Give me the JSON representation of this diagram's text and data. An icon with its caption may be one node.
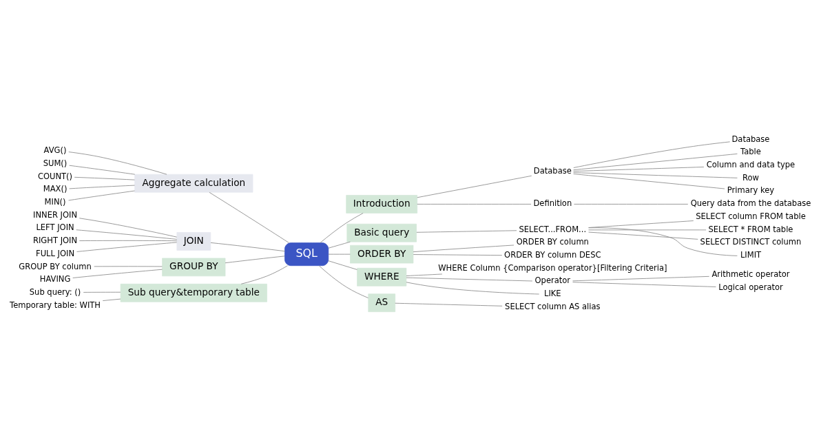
{
  "diagram": {
    "nodes": [
      {
        "text": [
          "SQL"
        ]
      },
      {
        "text": [
          "Introduction"
        ]
      },
      {
        "text": [
          "Database"
        ]
      },
      {
        "text": [
          "Database"
        ]
      },
      {
        "text": [
          "Table"
        ]
      },
      {
        "text": [
          "Column and data type"
        ]
      },
      {
        "text": [
          "Row"
        ]
      },
      {
        "text": [
          "Primary key"
        ]
      },
      {
        "text": [
          "Definition"
        ]
      },
      {
        "text": [
          "Query data from the database"
        ]
      },
      {
        "text": [
          "Basic query"
        ]
      },
      {
        "text": [
          "SELECT...FROM..."
        ]
      },
      {
        "text": [
          "SELECT column FROM table"
        ]
      },
      {
        "text": [
          "SELECT * FROM table"
        ]
      },
      {
        "text": [
          "SELECT DISTINCT column"
        ]
      },
      {
        "text": [
          "LIMIT"
        ]
      },
      {
        "text": [
          "ORDER BY"
        ]
      },
      {
        "text": [
          "ORDER BY column"
        ]
      },
      {
        "text": [
          "ORDER BY column DESC"
        ]
      },
      {
        "text": [
          "WHERE"
        ]
      },
      {
        "text": [
          "WHERE Column {Comparison operator}[Filtering Criteria]"
        ]
      },
      {
        "text": [
          "Operator"
        ]
      },
      {
        "text": [
          "Arithmetic operator"
        ]
      },
      {
        "text": [
          "Logical operator"
        ]
      },
      {
        "text": [
          "LIKE"
        ]
      },
      {
        "text": [
          "AS"
        ]
      },
      {
        "text": [
          "SELECT column AS alias"
        ]
      },
      {
        "text": [
          "Aggregate calculation"
        ]
      },
      {
        "text": [
          "AVG()"
        ]
      },
      {
        "text": [
          "SUM()"
        ]
      },
      {
        "text": [
          "COUNT()"
        ]
      },
      {
        "text": [
          "MAX()"
        ]
      },
      {
        "text": [
          "MIN()"
        ]
      },
      {
        "text": [
          "JOIN"
        ]
      },
      {
        "text": [
          "INNER JOIN"
        ]
      },
      {
        "text": [
          "LEFT JOIN"
        ]
      },
      {
        "text": [
          "RIGHT JOIN"
        ]
      },
      {
        "text": [
          "FULL JOIN"
        ]
      },
      {
        "text": [
          "GROUP BY"
        ]
      },
      {
        "text": [
          "GROUP BY column"
        ]
      },
      {
        "text": [
          "HAVING"
        ]
      },
      {
        "text": [
          "Sub query&temporary table"
        ]
      },
      {
        "text": [
          "Sub query: ()"
        ]
      },
      {
        "text": [
          "Temporary table: WITH"
        ]
      }
    ],
    "edges": [
      {
        "from": 0,
        "to": 1,
        "arrow": "none"
      },
      {
        "from": 1,
        "to": 2,
        "arrow": "none"
      },
      {
        "from": 2,
        "to": 3,
        "arrow": "none"
      },
      {
        "from": 2,
        "to": 4,
        "arrow": "none"
      },
      {
        "from": 2,
        "to": 5,
        "arrow": "none"
      },
      {
        "from": 2,
        "to": 6,
        "arrow": "none"
      },
      {
        "from": 2,
        "to": 7,
        "arrow": "none"
      },
      {
        "from": 1,
        "to": 8,
        "arrow": "none"
      },
      {
        "from": 8,
        "to": 9,
        "arrow": "none"
      },
      {
        "from": 0,
        "to": 10,
        "arrow": "none"
      },
      {
        "from": 10,
        "to": 11,
        "arrow": "none"
      },
      {
        "from": 11,
        "to": 12,
        "arrow": "none"
      },
      {
        "from": 11,
        "to": 13,
        "arrow": "none"
      },
      {
        "from": 11,
        "to": 14,
        "arrow": "none"
      },
      {
        "from": 11,
        "to": 15,
        "arrow": "none"
      },
      {
        "from": 0,
        "to": 16,
        "arrow": "none"
      },
      {
        "from": 16,
        "to": 17,
        "arrow": "none"
      },
      {
        "from": 16,
        "to": 18,
        "arrow": "none"
      },
      {
        "from": 0,
        "to": 19,
        "arrow": "none"
      },
      {
        "from": 19,
        "to": 20,
        "arrow": "none"
      },
      {
        "from": 19,
        "to": 21,
        "arrow": "none"
      },
      {
        "from": 21,
        "to": 22,
        "arrow": "none"
      },
      {
        "from": 21,
        "to": 23,
        "arrow": "none"
      },
      {
        "from": 19,
        "to": 24,
        "arrow": "none"
      },
      {
        "from": 0,
        "to": 25,
        "arrow": "none"
      },
      {
        "from": 25,
        "to": 26,
        "arrow": "none"
      },
      {
        "from": 0,
        "to": 27,
        "arrow": "none"
      },
      {
        "from": 27,
        "to": 28,
        "arrow": "none"
      },
      {
        "from": 27,
        "to": 29,
        "arrow": "none"
      },
      {
        "from": 27,
        "to": 30,
        "arrow": "none"
      },
      {
        "from": 27,
        "to": 31,
        "arrow": "none"
      },
      {
        "from": 27,
        "to": 32,
        "arrow": "none"
      },
      {
        "from": 0,
        "to": 33,
        "arrow": "none"
      },
      {
        "from": 33,
        "to": 34,
        "arrow": "none"
      },
      {
        "from": 33,
        "to": 35,
        "arrow": "none"
      },
      {
        "from": 33,
        "to": 36,
        "arrow": "none"
      },
      {
        "from": 33,
        "to": 37,
        "arrow": "none"
      },
      {
        "from": 0,
        "to": 38,
        "arrow": "none"
      },
      {
        "from": 38,
        "to": 39,
        "arrow": "none"
      },
      {
        "from": 38,
        "to": 40,
        "arrow": "none"
      },
      {
        "from": 0,
        "to": 41,
        "arrow": "none"
      },
      {
        "from": 41,
        "to": 42,
        "arrow": "none"
      },
      {
        "from": 41,
        "to": 43,
        "arrow": "none"
      }
    ]
  }
}
